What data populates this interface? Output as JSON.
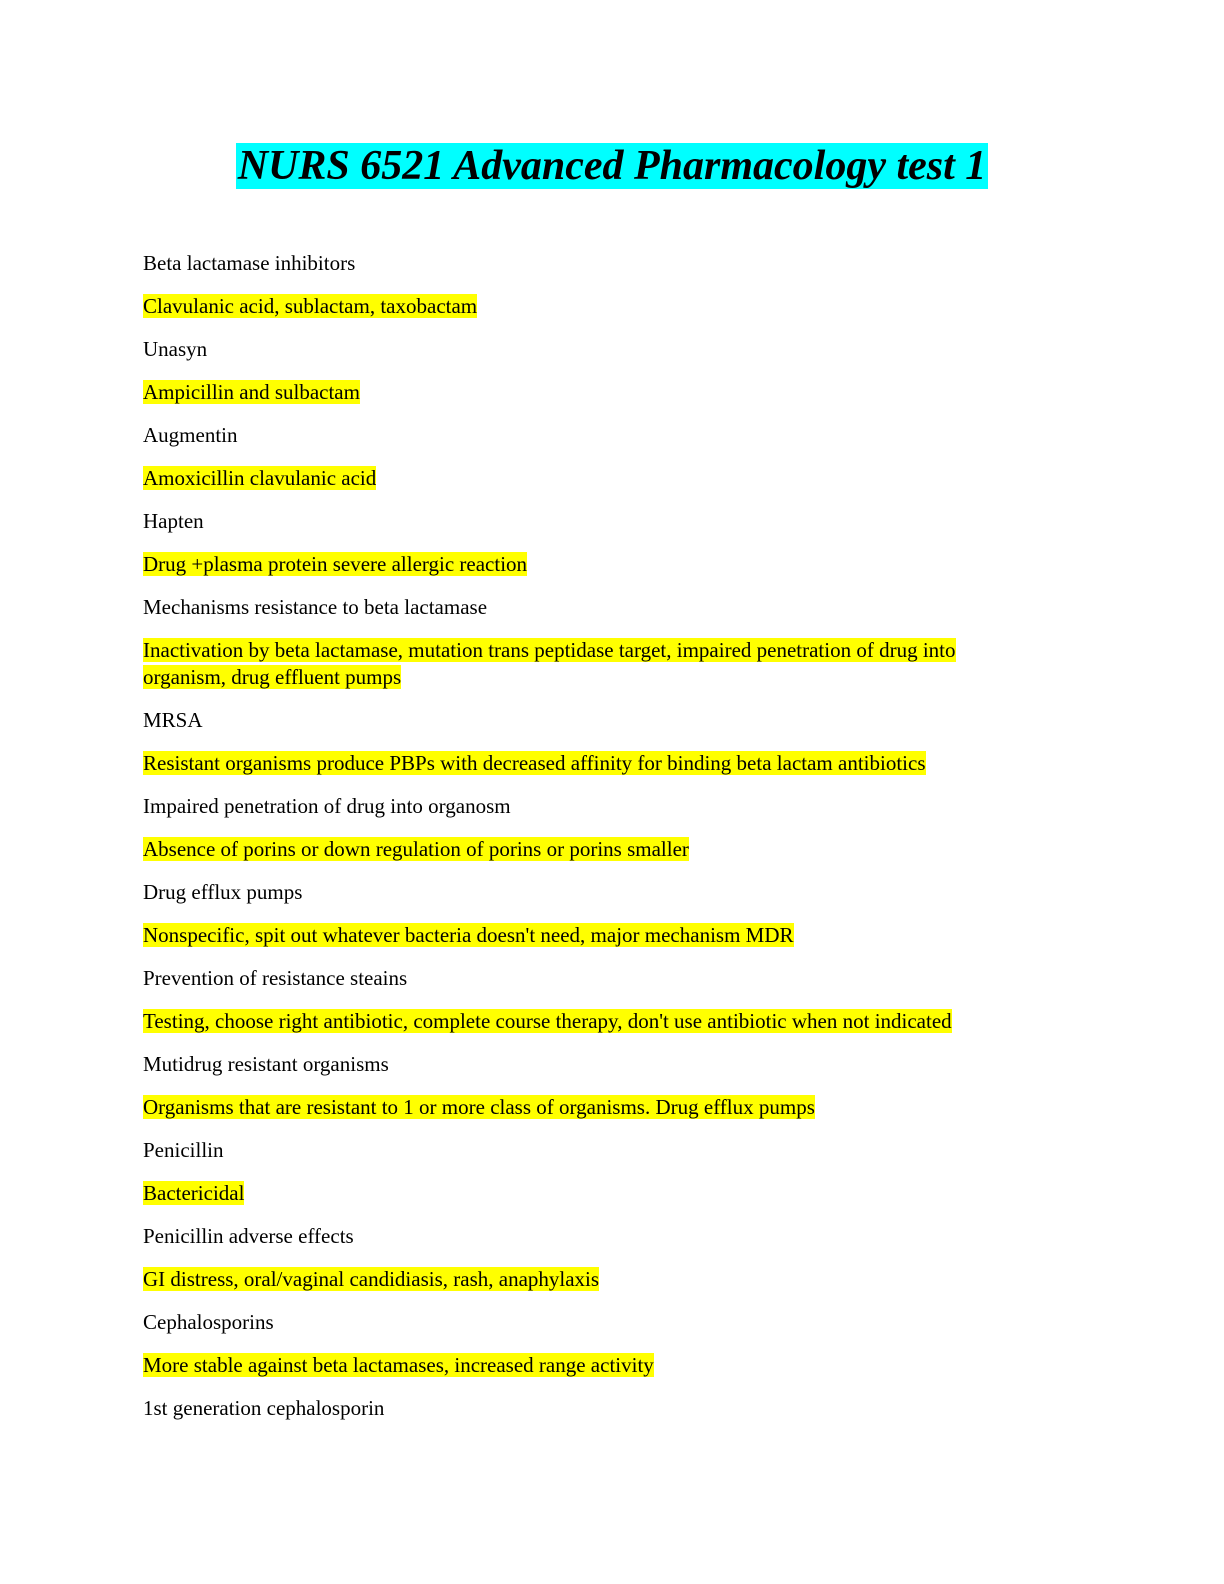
{
  "document": {
    "title": "NURS 6521 Advanced Pharmacology test 1",
    "title_highlight_color": "#00ffff",
    "answer_highlight_color": "#ffff00",
    "entries": [
      {
        "text": "Beta lactamase inhibitors",
        "highlighted": false
      },
      {
        "text": "Clavulanic acid, sublactam, taxobactam",
        "highlighted": true
      },
      {
        "text": "Unasyn",
        "highlighted": false
      },
      {
        "text": "Ampicillin and sulbactam",
        "highlighted": true
      },
      {
        "text": "Augmentin",
        "highlighted": false
      },
      {
        "text": "Amoxicillin clavulanic acid",
        "highlighted": true
      },
      {
        "text": "Hapten",
        "highlighted": false
      },
      {
        "text": "Drug +plasma protein severe allergic reaction",
        "highlighted": true
      },
      {
        "text": "Mechanisms resistance to beta lactamase",
        "highlighted": false
      },
      {
        "text": "Inactivation by beta lactamase, mutation trans peptidase target, impaired penetration of drug into organism, drug effluent pumps",
        "highlighted": true
      },
      {
        "text": "MRSA",
        "highlighted": false
      },
      {
        "text": "Resistant organisms produce PBPs with decreased affinity for binding beta lactam antibiotics",
        "highlighted": true
      },
      {
        "text": "Impaired penetration of drug into organosm",
        "highlighted": false
      },
      {
        "text": "Absence of porins or down regulation of porins or porins smaller",
        "highlighted": true
      },
      {
        "text": "Drug efflux pumps",
        "highlighted": false
      },
      {
        "text": "Nonspecific, spit out whatever bacteria doesn't need, major mechanism MDR",
        "highlighted": true
      },
      {
        "text": "Prevention of resistance steains",
        "highlighted": false
      },
      {
        "text": "Testing, choose right antibiotic, complete course therapy, don't use antibiotic when not indicated",
        "highlighted": true
      },
      {
        "text": "Mutidrug resistant organisms",
        "highlighted": false
      },
      {
        "text": "Organisms that are resistant to 1 or more class of organisms. Drug efflux pumps",
        "highlighted": true
      },
      {
        "text": "Penicillin",
        "highlighted": false
      },
      {
        "text": "Bactericidal",
        "highlighted": true
      },
      {
        "text": "Penicillin adverse effects",
        "highlighted": false
      },
      {
        "text": "GI distress, oral/vaginal candidiasis, rash, anaphylaxis",
        "highlighted": true
      },
      {
        "text": "Cephalosporins",
        "highlighted": false
      },
      {
        "text": "More stable against beta lactamases, increased range activity",
        "highlighted": true
      },
      {
        "text": "1st generation cephalosporin",
        "highlighted": false
      }
    ]
  }
}
